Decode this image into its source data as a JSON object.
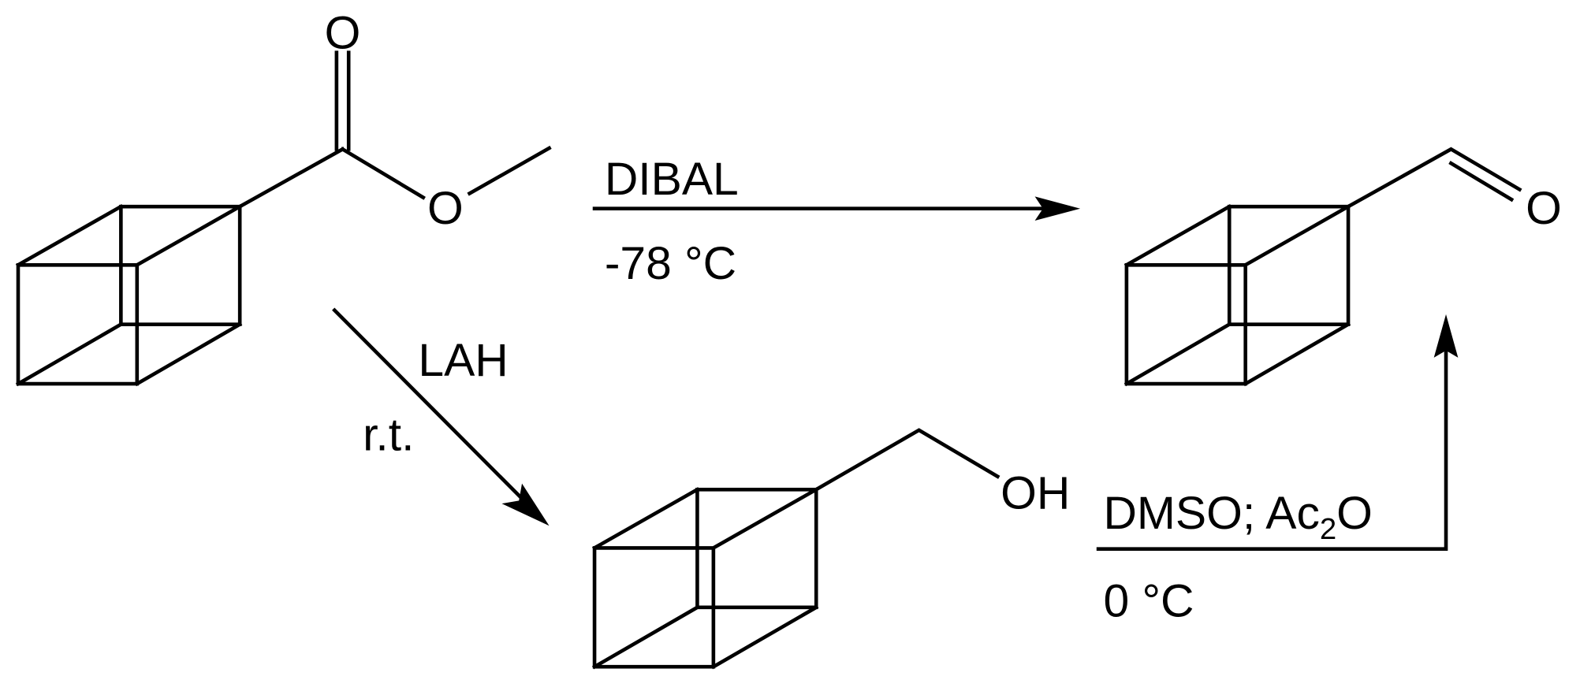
{
  "scheme": {
    "starting_material": {
      "atoms": {
        "carbonyl_o": "O",
        "ester_o": "O"
      }
    },
    "alcohol": {
      "atoms": {
        "hydroxyl": "OH"
      }
    },
    "aldehyde": {
      "atoms": {
        "carbonyl_o": "O"
      }
    },
    "arrow_dibal": {
      "reagent": "DIBAL",
      "condition": "-78 °C"
    },
    "arrow_lah": {
      "reagent": "LAH",
      "condition": "r.t."
    },
    "arrow_oxidation": {
      "reagent_main": "DMSO; Ac",
      "reagent_sub": "2",
      "reagent_tail": "O",
      "condition": "0 °C"
    }
  },
  "colors": {
    "ink": "#000000",
    "background": "#ffffff"
  }
}
